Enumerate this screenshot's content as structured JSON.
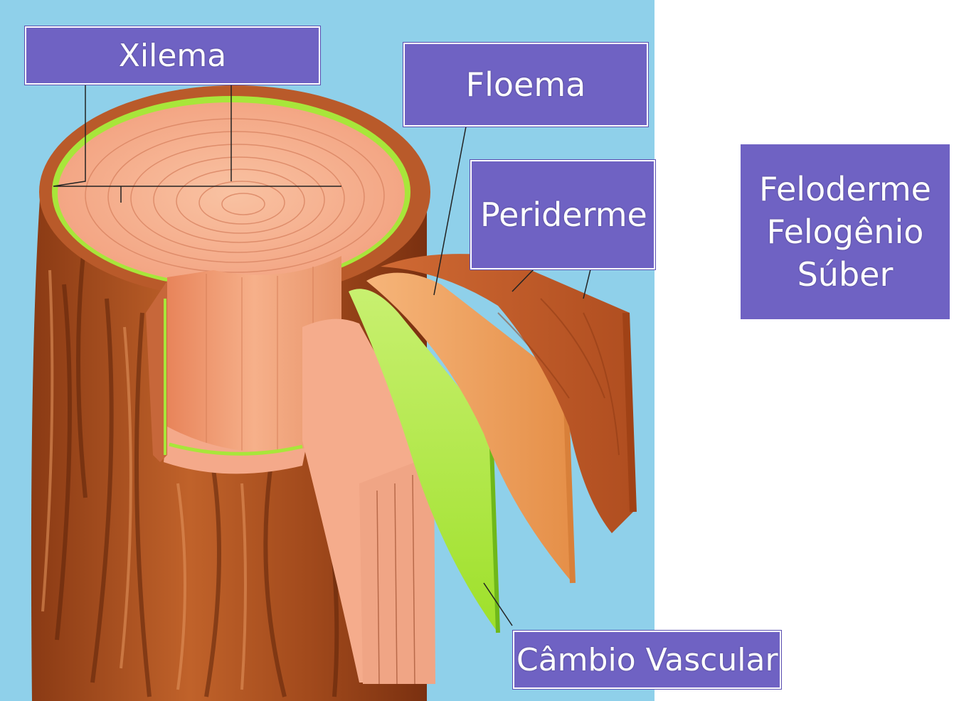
{
  "labels": {
    "xilema": "Xilema",
    "floema": "Floema",
    "periderme": "Periderme",
    "cambio_vascular": "Câmbio Vascular",
    "periderme_layers": [
      "Feloderme",
      "Felogênio",
      "Súber"
    ]
  },
  "colors": {
    "label_background": "#6f62c3",
    "label_text": "#ffffff",
    "background_sky": "#8fd0ea",
    "wood": "#f4a98a",
    "cambium_green": "#a8e63a",
    "phloem": "#f0a060",
    "bark": "#b8552a"
  }
}
